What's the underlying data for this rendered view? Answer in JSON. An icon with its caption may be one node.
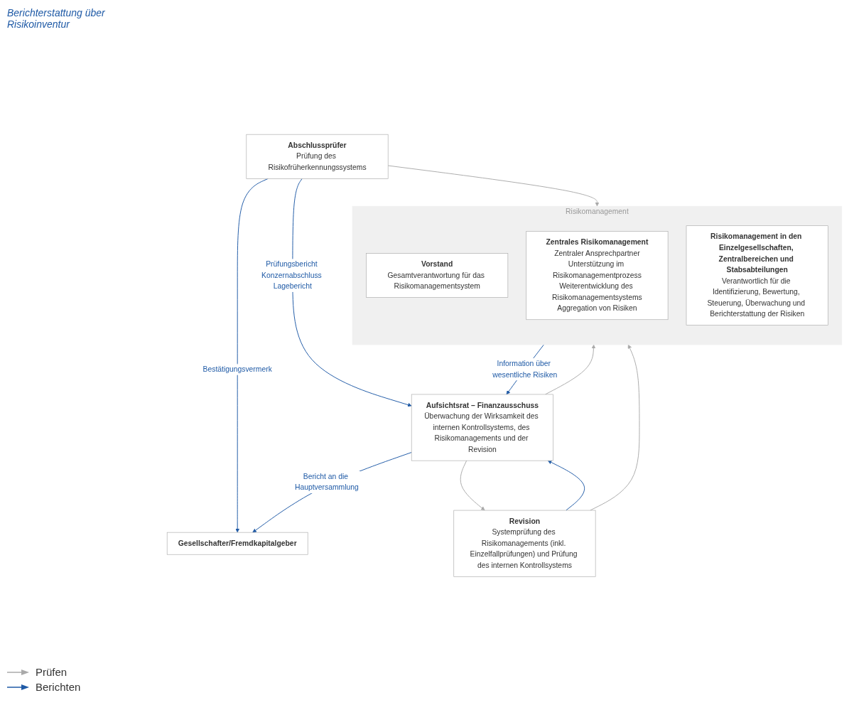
{
  "diagram": {
    "nodes": [
      {
        "text": [
          "Gesellschafter/Fremdkapitalgeber"
        ]
      },
      {
        "text": [
          "Abschlussprüfer",
          "Prüfung des Risikofrüherkennungssystems"
        ]
      },
      {
        "text": [
          "Aufsichtsrat – Finanzausschuss",
          "Überwachung der Wirksamkeit des internen Kontrollsystems, des Risikomanagements und der Revision"
        ]
      },
      {
        "text": [
          "Revision",
          "Systemprüfung des Risikomanagements (inkl. Einzelfallprüfungen) und Prüfung des internen Kontrollsystems"
        ]
      },
      {
        "text": [
          "Risikomanagement"
        ]
      },
      {
        "text": [
          "Vorstand",
          "Gesamtverantwortung für das Risikomanagementsystem"
        ],
        "in": 4
      },
      {
        "text": [
          "Zentrales Risikomanagement",
          "Zentraler Ansprechpartner",
          "Unterstützung im Risikomanagementprozess",
          "Weiterentwicklung des Risikomanagementsystems",
          "Aggregation von Risiken"
        ],
        "in": 4
      },
      {
        "text": [
          "Risikomanagement in den Einzelgesellschaften, Zentralbereichen und Stabsabteilungen",
          "Verantwortlich für die Identifizierung, Bewertung, Steuerung, Überwachung und Berichterstattung der Risiken"
        ],
        "in": 4
      }
    ],
    "edges": [
      {
        "from": 1,
        "to": 0,
        "arrow": "to",
        "label": "Bestätigungsvermerk"
      },
      {
        "from": 2,
        "to": 0,
        "arrow": "to",
        "label": "Bericht an die Hauptversammlung"
      },
      {
        "from": 1,
        "to": 2,
        "arrow": "to",
        "label": "Prüfungsbericht Konzernabschluss Lagebericht"
      },
      {
        "from": 4,
        "to": 2,
        "arrow": "to",
        "label": "Information über wesentliche Risiken"
      },
      {
        "from": 3,
        "to": 2,
        "arrow": "to"
      },
      {
        "from": 2,
        "to": 3,
        "arrow": "to",
        "color": "#aaaaaa"
      },
      {
        "from": 1,
        "to": 4,
        "arrow": "to",
        "color": "#aaaaaa"
      },
      {
        "from": 2,
        "to": 4,
        "arrow": "to",
        "color": "#aaaaaa"
      },
      {
        "from": 3,
        "to": 4,
        "arrow": "to",
        "color": "#aaaaaa"
      }
    ],
    "labels": [
      "Berichterstattung über Risikoinventur"
    ],
    "legend": [
      {
        "text": "Prüfen"
      },
      {
        "text": "Berichten"
      }
    ]
  }
}
